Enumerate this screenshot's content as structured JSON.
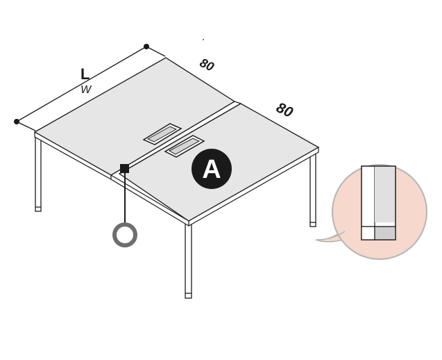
{
  "dimensions": {
    "length_label": "L",
    "width_label": "W",
    "depth_left": "80",
    "depth_right": "80"
  },
  "callout": {
    "badge_letter": "A"
  },
  "colors": {
    "line": "#1a1a1a",
    "desktop_fill": "#e6e6e6",
    "callout_fill": "#f6d8cc",
    "callout_stroke": "#b4b4b4",
    "badge_fill": "#1a1a1a",
    "badge_text": "#ffffff",
    "cable_ring": "#6e6e6e"
  },
  "icons": {
    "cable_grommet": "cable-grommet-icon",
    "cable_ring": "cable-ring-icon",
    "detail_zoom": "leg-foot-detail-icon"
  }
}
